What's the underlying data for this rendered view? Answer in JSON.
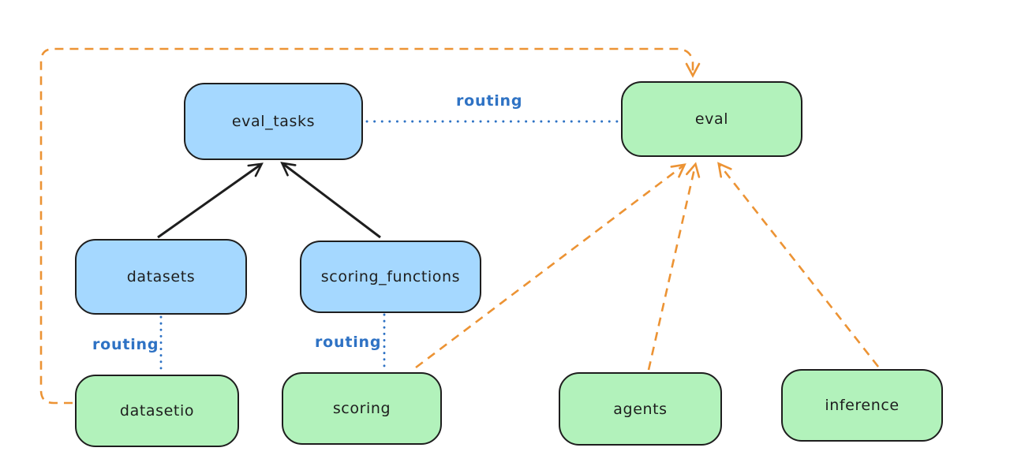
{
  "diagram": {
    "description": "Architecture diagram linking API resources (blue) to provider APIs (green)",
    "nodes": [
      {
        "id": "eval_tasks",
        "label": "eval_tasks",
        "fill_key": "blue_fill"
      },
      {
        "id": "eval",
        "label": "eval",
        "fill_key": "green_fill"
      },
      {
        "id": "datasets",
        "label": "datasets",
        "fill_key": "blue_fill"
      },
      {
        "id": "scoring_functions",
        "label": "scoring_functions",
        "fill_key": "blue_fill"
      },
      {
        "id": "datasetio",
        "label": "datasetio",
        "fill_key": "green_fill"
      },
      {
        "id": "scoring",
        "label": "scoring",
        "fill_key": "green_fill"
      },
      {
        "id": "agents",
        "label": "agents",
        "fill_key": "green_fill"
      },
      {
        "id": "inference",
        "label": "inference",
        "fill_key": "green_fill"
      }
    ],
    "edge_labels": [
      {
        "id": "routing-evaltasks-eval",
        "text": "routing"
      },
      {
        "id": "routing-datasets-datasetio",
        "text": "routing"
      },
      {
        "id": "routing-scoringfns-scoring",
        "text": "routing"
      }
    ],
    "edges": [
      {
        "from": "datasets",
        "to": "eval_tasks",
        "style": "solid",
        "color": "black",
        "arrow": true
      },
      {
        "from": "scoring_functions",
        "to": "eval_tasks",
        "style": "solid",
        "color": "black",
        "arrow": true
      },
      {
        "from": "eval_tasks",
        "to": "eval",
        "style": "dotted",
        "color": "blue",
        "arrow": false,
        "label": "routing"
      },
      {
        "from": "datasets",
        "to": "datasetio",
        "style": "dotted",
        "color": "blue",
        "arrow": false,
        "label": "routing"
      },
      {
        "from": "scoring_functions",
        "to": "scoring",
        "style": "dotted",
        "color": "blue",
        "arrow": false,
        "label": "routing"
      },
      {
        "from": "datasetio",
        "to": "eval",
        "style": "dashed",
        "color": "orange",
        "arrow": true
      },
      {
        "from": "scoring",
        "to": "eval",
        "style": "dashed",
        "color": "orange",
        "arrow": true
      },
      {
        "from": "agents",
        "to": "eval",
        "style": "dashed",
        "color": "orange",
        "arrow": true
      },
      {
        "from": "inference",
        "to": "eval",
        "style": "dashed",
        "color": "orange",
        "arrow": true
      }
    ],
    "colors": {
      "blue_fill": "#a5d8ff",
      "green_fill": "#b2f2bb",
      "node_stroke": "#1e1e1e",
      "solid_black": "#1e1e1e",
      "dotted_blue": "#2e72c4",
      "routing_text": "#2e72c4",
      "dashed_orange": "#ec9334",
      "background": "#ffffff"
    }
  }
}
